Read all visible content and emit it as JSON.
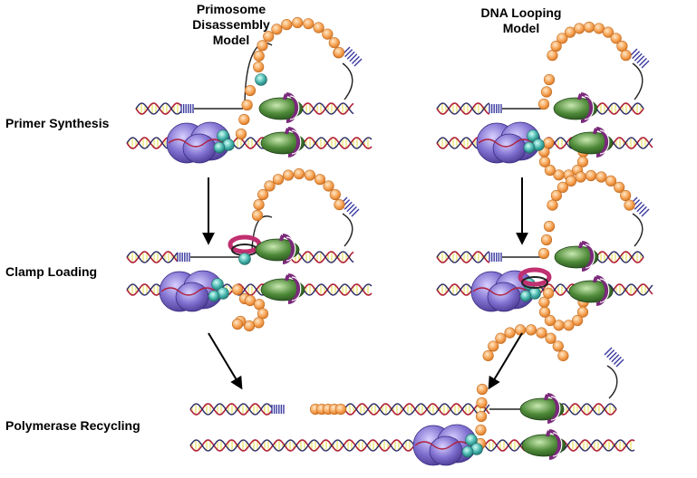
{
  "column_titles": {
    "left": "Primosome\nDisassembly\nModel",
    "right": "DNA Looping\nModel"
  },
  "stages": [
    {
      "label": "Primer Synthesis"
    },
    {
      "label": "Clamp Loading"
    },
    {
      "label": "Polymerase Recycling"
    }
  ],
  "colors": {
    "strand_red": "#b0203a",
    "strand_dark": "#2a2a6a",
    "rung_yellow": "#e8e060",
    "primer_blue": "#3a3aa0",
    "helicase_purple": "#7a6ac8",
    "primase_teal": "#40b0a8",
    "polymerase_green": "#3e7a30",
    "clamp_purple": "#7a2a7a",
    "ssb_orange": "#f5a050",
    "clamp_loader_pink": "#c03070"
  }
}
